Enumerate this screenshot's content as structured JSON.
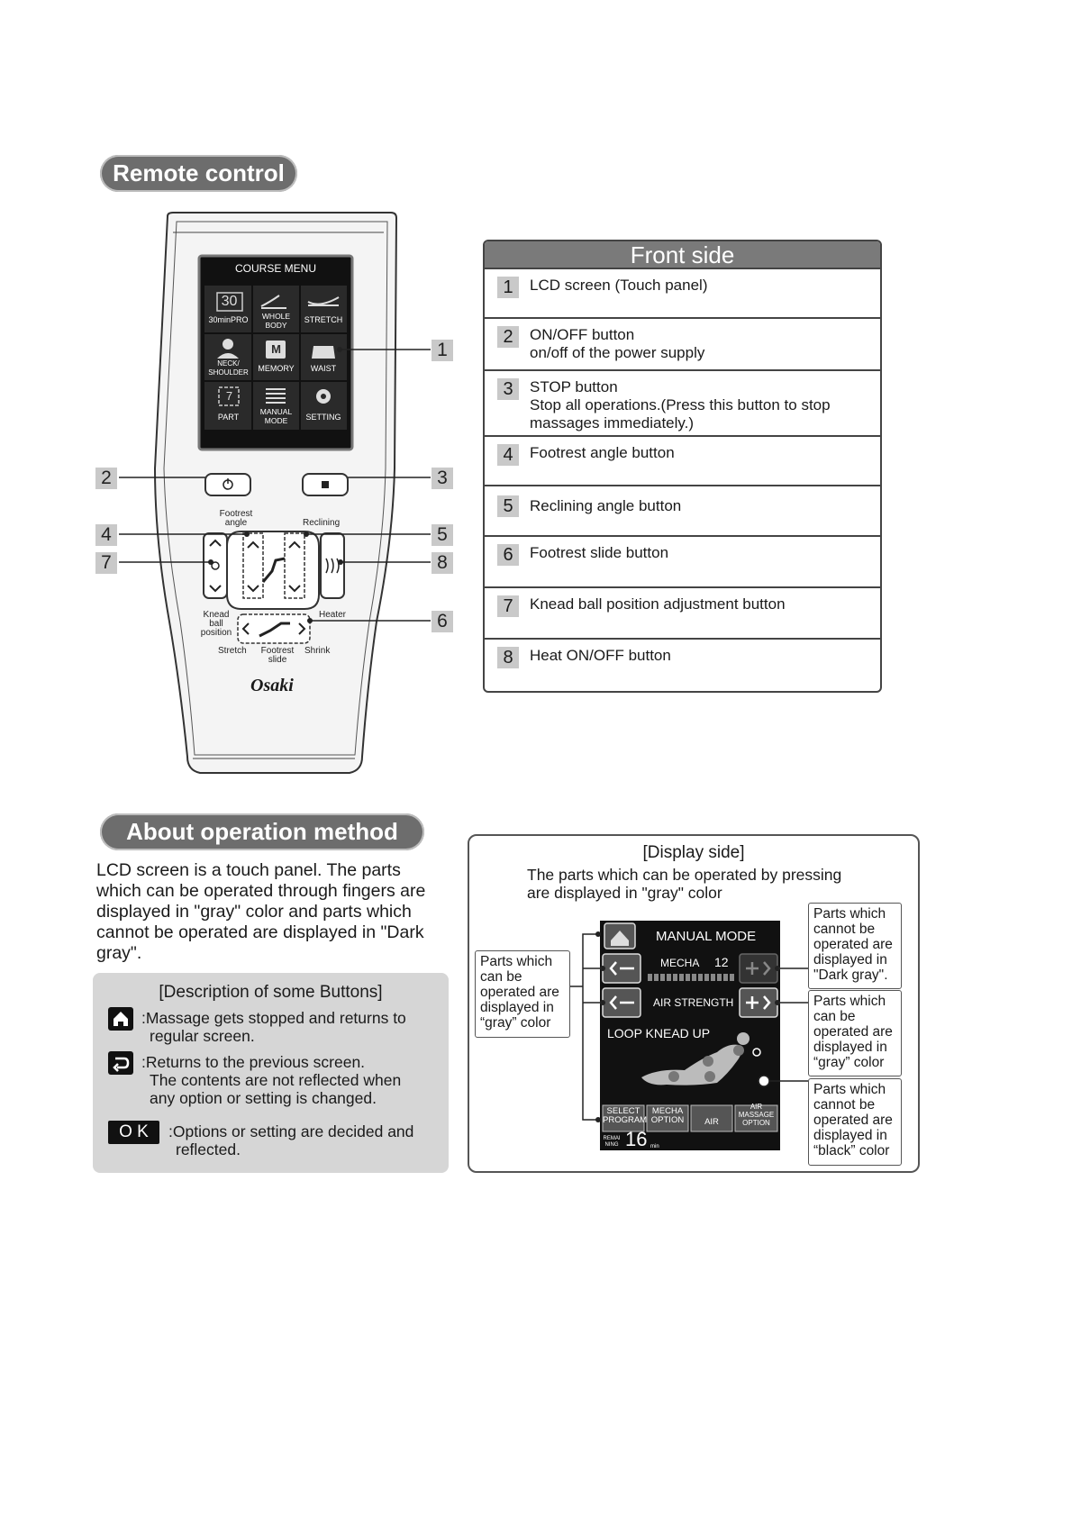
{
  "sections": {
    "remote_title": "Remote control",
    "method_title": "About operation method"
  },
  "remote": {
    "lcd_header": "COURSE MENU",
    "lcd_items": [
      {
        "glyph": "30",
        "label": "30minPRO"
      },
      {
        "glyph": "",
        "label": "WHOLE BODY"
      },
      {
        "glyph": "",
        "label": "STRETCH"
      },
      {
        "glyph": "",
        "label": "NECK/ SHOULDER"
      },
      {
        "glyph": "M",
        "label": "MEMORY"
      },
      {
        "glyph": "",
        "label": "WAIST"
      },
      {
        "glyph": "7",
        "label": "PART"
      },
      {
        "glyph": "",
        "label": "MANUAL MODE"
      },
      {
        "glyph": "",
        "label": "SETTING"
      }
    ],
    "labels": {
      "footrest_angle": "Footrest angle",
      "reclining": "Reclining",
      "knead_ball_position": "Knead ball position",
      "heater": "Heater",
      "stretch": "Stretch",
      "footrest_slide": "Footrest slide",
      "shrink": "Shrink"
    },
    "brand": "Osaki",
    "callouts": [
      "1",
      "2",
      "3",
      "4",
      "5",
      "6",
      "7",
      "8"
    ]
  },
  "front_side": {
    "title": "Front side",
    "rows": [
      {
        "num": "1",
        "lines": [
          "LCD screen (Touch panel)"
        ]
      },
      {
        "num": "2",
        "lines": [
          "ON/OFF button",
          "on/off of the power supply"
        ]
      },
      {
        "num": "3",
        "lines": [
          "STOP button",
          "Stop all operations.(Press this button to stop",
          "massages immediately.)"
        ]
      },
      {
        "num": "4",
        "lines": [
          "Footrest angle button"
        ]
      },
      {
        "num": "5",
        "lines": [
          "Reclining angle button"
        ]
      },
      {
        "num": "6",
        "lines": [
          "Footrest slide button"
        ]
      },
      {
        "num": "7",
        "lines": [
          "Knead ball position adjustment button"
        ]
      },
      {
        "num": "8",
        "lines": [
          "Heat ON/OFF button"
        ]
      }
    ]
  },
  "about": {
    "text": "LCD screen is a touch panel. The parts which can be operated through fingers are displayed in \"gray\" color and parts which cannot be operated are displayed in \"Dark gray\".",
    "desc_title": "[Description of some Buttons]",
    "home_line1": ":Massage gets stopped and returns to",
    "home_line2": "regular screen.",
    "back_line1": ":Returns to the previous screen.",
    "back_line2": "The contents are not reflected when",
    "back_line3": "any option or setting is changed.",
    "ok_label": "O K",
    "ok_line1": ":Options or setting are decided and",
    "ok_line2": "reflected."
  },
  "display_side": {
    "title": "[Display side]",
    "subtitle_line1": "The parts which can be operated by pressing",
    "subtitle_line2": "are displayed in \"gray\" color",
    "note_left": "Parts which can be operated are displayed in “gray” color",
    "note_right_top": "Parts which cannot be operated are displayed in \"Dark gray\".",
    "note_right_mid": "Parts which can be operated are displayed in “gray” color",
    "note_right_bot": "Parts which cannot be operated are displayed in “black” color",
    "lcd": {
      "mode_title": "MANUAL MODE",
      "mecha_label": "MECHA",
      "mecha_value": "12",
      "air_label": "AIR STRENGTH",
      "program": "LOOP KNEAD UP",
      "bottom_tabs": [
        "SELECT PROGRAM",
        "MECHA OPTION",
        "AIR",
        "AIR MASSAGE OPTION"
      ],
      "remaining_label": "REMAI NING",
      "remaining_value": "16",
      "remaining_unit": "min"
    }
  }
}
